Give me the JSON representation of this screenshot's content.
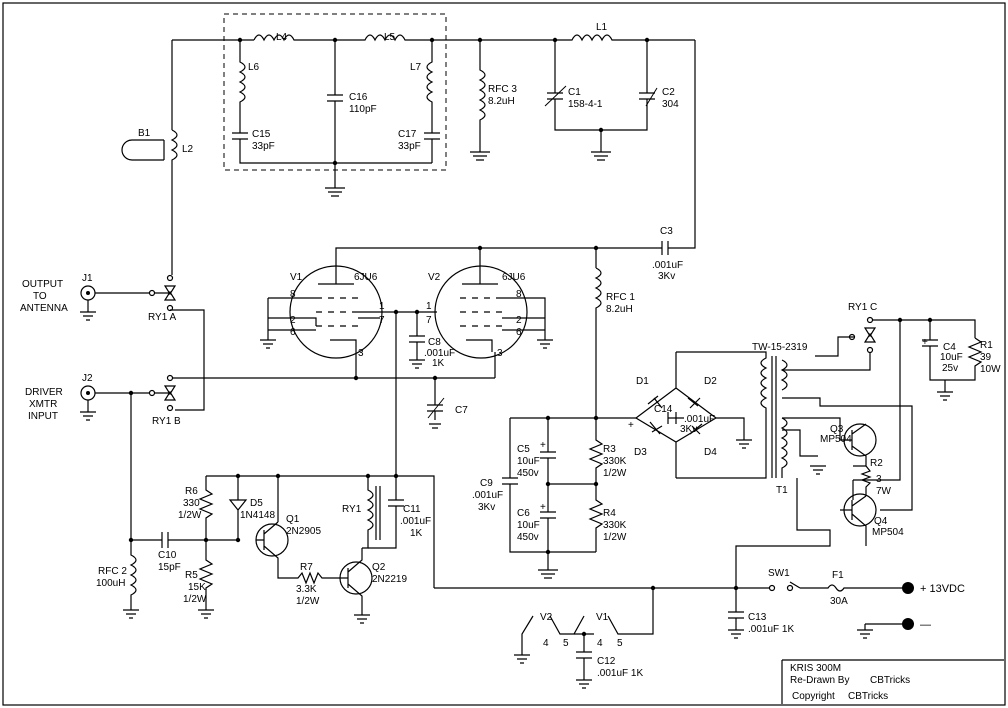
{
  "title_block": {
    "line1": "KRIS 300M",
    "line2_left": "Re-Drawn By",
    "line2_right": "CBTricks",
    "line3_left": "Copyright",
    "line3_right": "CBTricks"
  },
  "components": {
    "L4": "L4",
    "L5": "L5",
    "L6": "L6",
    "L7": "L7",
    "L1": "L1",
    "L2": "L2",
    "B1": "B1",
    "C16": "C16",
    "C16_val": "110pF",
    "C15": "C15",
    "C15_val": "33pF",
    "C17": "C17",
    "C17_val": "33pF",
    "RFC3": "RFC 3",
    "RFC3_val": "8.2uH",
    "C1": "C1",
    "C1_val": "158-4-1",
    "C2": "C2",
    "C2_val": "304",
    "C3": "C3",
    "C3_val1": ".001uF",
    "C3_val2": "3Kv",
    "J1": "J1",
    "J1_lbl1": "OUTPUT",
    "J1_lbl2": "TO",
    "J1_lbl3": "ANTENNA",
    "RY1A": "RY1 A",
    "J2": "J2",
    "J2_lbl1": "DRIVER",
    "J2_lbl2": "XMTR",
    "J2_lbl3": "INPUT",
    "RY1B": "RY1 B",
    "V1": "V1",
    "V1_type": "6JU6",
    "V2": "V2",
    "V2_type": "6JU6",
    "p8a": "8",
    "p2a": "2",
    "p6a": "6",
    "p1a": "1",
    "p7a": "7",
    "p3a": "3",
    "p1b": "1",
    "p7b": "7",
    "p2b": "2",
    "p6b": "6",
    "p8b": "8",
    "p3b": "3",
    "C8": "C8",
    "C8_val1": ".001uF",
    "C8_val2": "1K",
    "C7": "C7",
    "RFC1": "RFC 1",
    "RFC1_val": "8.2uH",
    "RY1C": "RY1 C",
    "T1_part": "TW-15-2319",
    "T1": "T1",
    "C4": "C4",
    "C4_val1": "10uF",
    "C4_val2": "25v",
    "R1": "R1",
    "R1_val1": "39",
    "R1_val2": "10W",
    "D1": "D1",
    "D2": "D2",
    "D3": "D3",
    "D4": "D4",
    "C14": "C14",
    "C14_val1": ".001uF",
    "C14_val2": "3Kv",
    "C5": "C5",
    "C5_val1": "10uF",
    "C5_val2": "450v",
    "C6": "C6",
    "C6_val1": "10uF",
    "C6_val2": "450v",
    "R3": "R3",
    "R3_val1": "330K",
    "R3_val2": "1/2W",
    "R4": "R4",
    "R4_val1": "330K",
    "R4_val2": "1/2W",
    "C9": "C9",
    "C9_val1": ".001uF",
    "C9_val2": "3Kv",
    "Q3": "Q3",
    "Q3_val": "MP504",
    "Q4": "Q4",
    "Q4_val": "MP504",
    "R2": "R2",
    "R2_val1": "3",
    "R2_val2": "7W",
    "R6": "R6",
    "R6_val1": "330",
    "R6_val2": "1/2W",
    "D5": "D5",
    "D5_val": "1N4148",
    "Q1": "Q1",
    "Q1_val": "2N2905",
    "RY1": "RY1",
    "C11": "C11",
    "C11_val1": ".001uF",
    "C11_val2": "1K",
    "C10": "C10",
    "C10_val": "15pF",
    "R5": "R5",
    "R5_val1": "15K",
    "R5_val2": "1/2W",
    "R7": "R7",
    "R7_val1": "3.3K",
    "R7_val2": "1/2W",
    "Q2": "Q2",
    "Q2_val": "2N2219",
    "RFC2": "RFC 2",
    "RFC2_val": "100uH",
    "SW1": "SW1",
    "F1": "F1",
    "F1_val": "30A",
    "supply_pos": "+ 13VDC",
    "supply_neg": "—",
    "C13": "C13",
    "C13_val": ".001uF 1K",
    "heaterV2": "V2",
    "heaterV1": "V1",
    "h4a": "4",
    "h5a": "5",
    "h4b": "4",
    "h5b": "5",
    "C12": "C12",
    "C12_val": ".001uF 1K",
    "plus": "+"
  }
}
